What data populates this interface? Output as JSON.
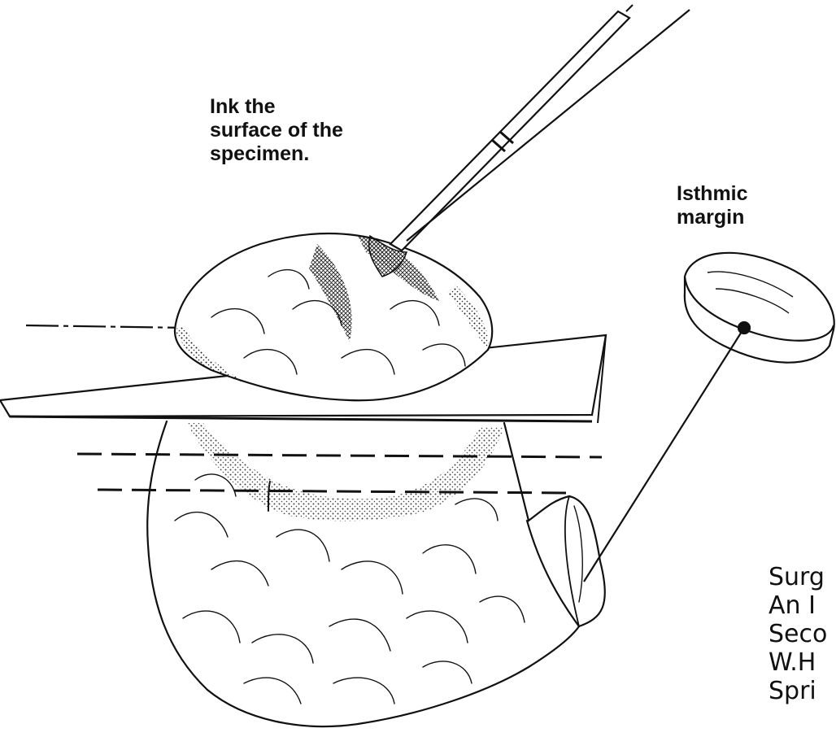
{
  "annotations": {
    "ink": {
      "lines": [
        "Ink the",
        "surface of the",
        "specimen."
      ]
    },
    "isthmic_margin": {
      "lines": [
        "Isthmic",
        "margin"
      ]
    }
  },
  "source": {
    "lines": [
      "Surg",
      "An I",
      "Seco",
      "W.H",
      "Spri"
    ]
  }
}
